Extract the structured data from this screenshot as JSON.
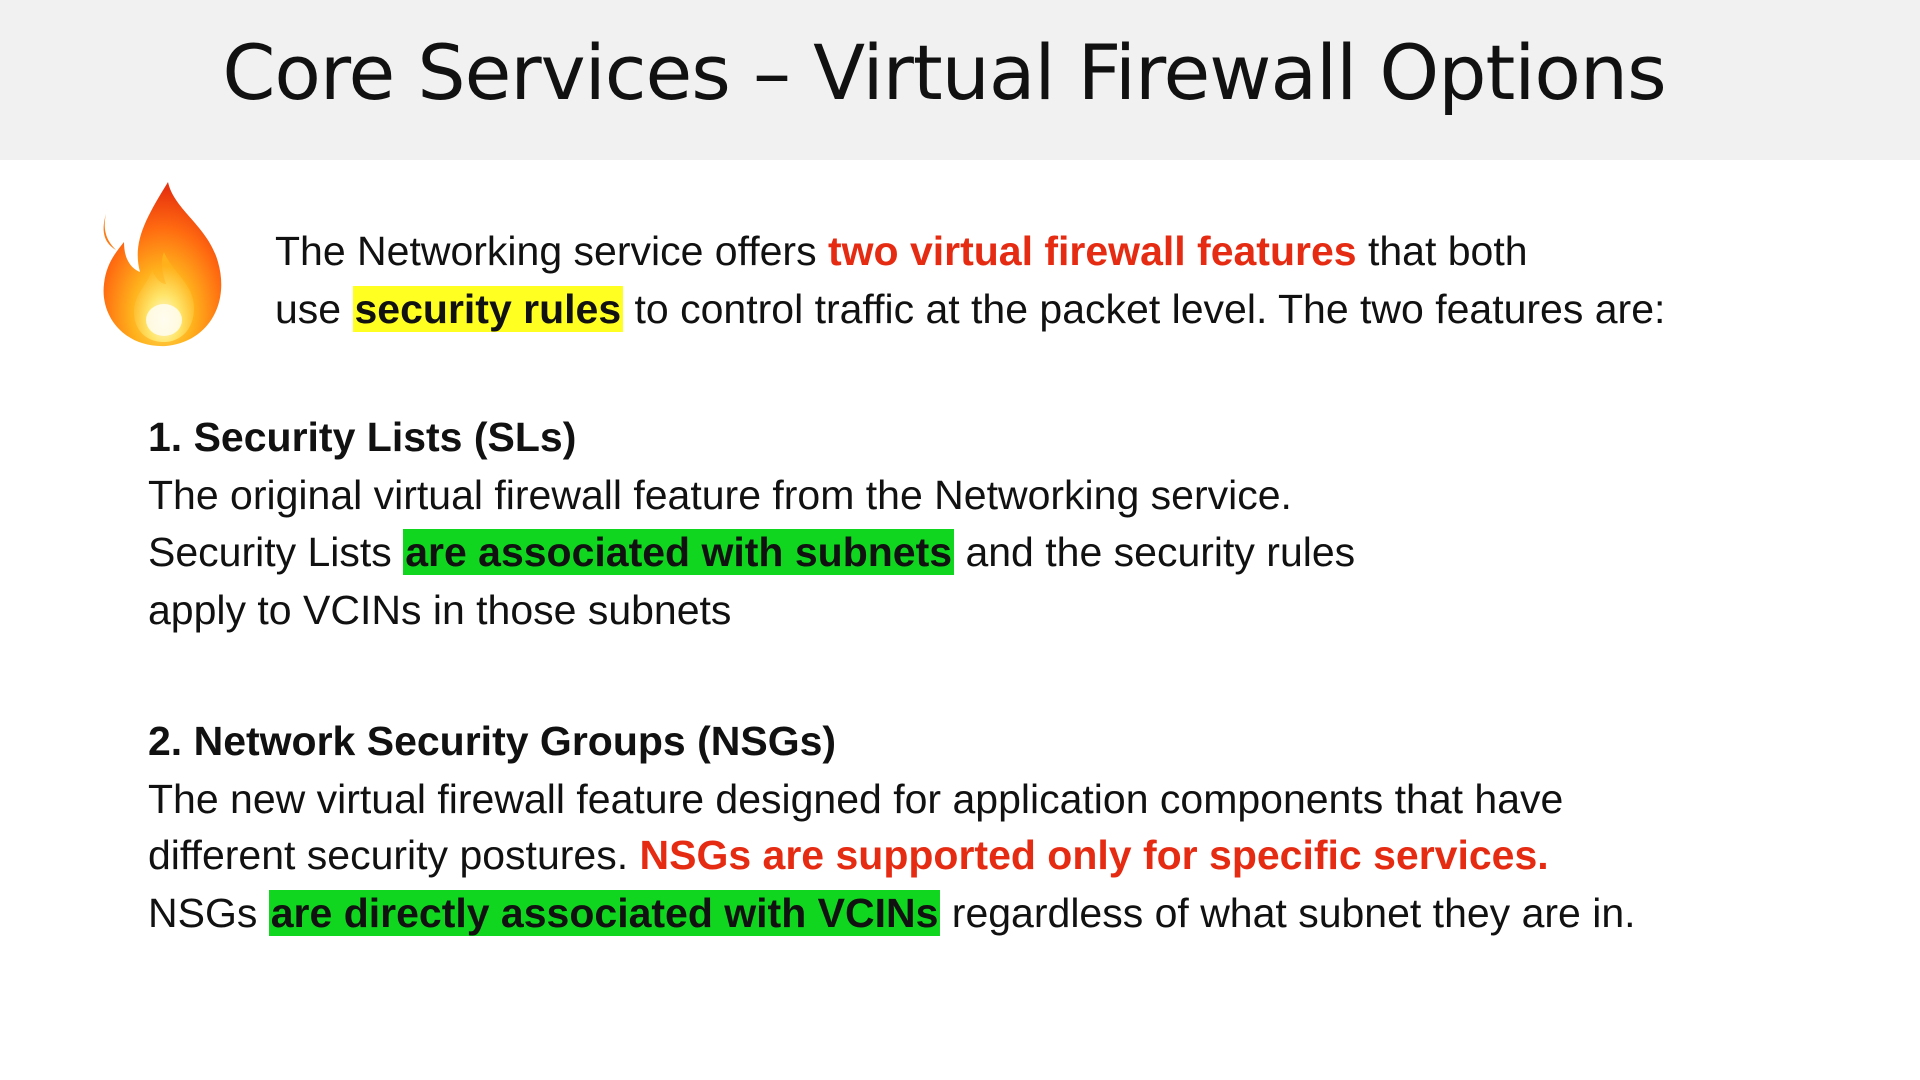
{
  "slide": {
    "title": "Core Services –  Virtual Firewall Options"
  },
  "icons": {
    "flame": "fire-emoji-icon"
  },
  "colors": {
    "title_bar": "#f1f1f1",
    "red_emphasis": "#e62b13",
    "yellow_highlight": "#ffff22",
    "green_highlight": "#10d61f"
  },
  "intro": {
    "line1_pre": "The Networking service offers ",
    "line1_emphasis": "two virtual firewall features",
    "line1_post": " that both",
    "line2_pre": "use ",
    "line2_highlight": "security rules",
    "line2_post": " to control traffic at the packet level. The two features are:"
  },
  "section1": {
    "heading": "1. Security Lists (SLs)",
    "line1": "The original virtual firewall feature from the Networking service.",
    "line2_pre": "Security Lists ",
    "line2_highlight": "are associated with subnets",
    "line2_post": " and the security rules",
    "line3": "apply to VCINs in those subnets"
  },
  "section2": {
    "heading": "2. Network Security Groups (NSGs)",
    "line1": "The new virtual firewall feature designed for application components that have",
    "line2_pre": "different security postures. ",
    "line2_emphasis": "NSGs are supported only for specific services.",
    "line3_pre": "NSGs ",
    "line3_highlight": "are directly associated with VCINs",
    "line3_post": " regardless of what subnet they are in."
  }
}
